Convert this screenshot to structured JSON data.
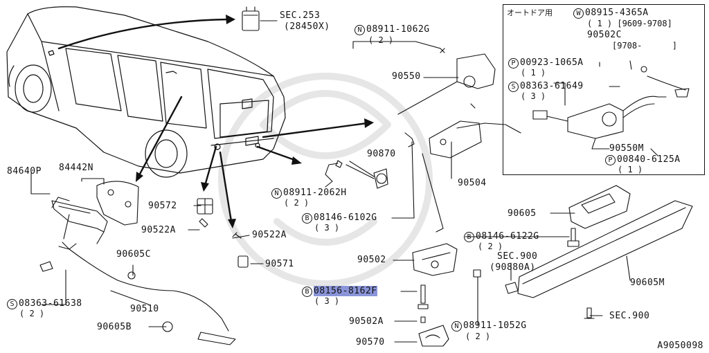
{
  "diagram": {
    "inset_title": "オートドア用",
    "code": "A9050098",
    "highlight_color": "#8a95d8"
  },
  "labels": {
    "sec253": "SEC.253",
    "sec253_sub": "(28450X)",
    "n08911_1062g": "08911-1062G",
    "n08911_1062g_qty": "( 2 )",
    "p90550": "90550",
    "p90870": "90870",
    "n08911_2062h": "08911-2062H",
    "n08911_2062h_qty": "( 2 )",
    "b08146_6102g": "08146-6102G",
    "b08146_6102g_qty": "( 3 )",
    "p90504": "90504",
    "p84640p": "84640P",
    "p84442n": "84442N",
    "p90572": "90572",
    "p90522a_1": "90522A",
    "p90522a_2": "90522A",
    "p90571": "90571",
    "p90605c": "90605C",
    "s08363_61638": "08363-61638",
    "s08363_61638_qty": "( 2 )",
    "p90510": "90510",
    "p90605b": "90605B",
    "p90502": "90502",
    "b08156_8162f": "08156-8162F",
    "b08156_8162f_qty": "( 3 )",
    "p90502a": "90502A",
    "p90570": "90570",
    "p90605": "90605",
    "b08146_6122g": "08146-6122G",
    "b08146_6122g_qty": "( 2 )",
    "sec900_a": "SEC.900",
    "sec900_a_sub": "(90880A)",
    "p90605m": "90605M",
    "sec900_b": "SEC.900",
    "n08911_1052g": "08911-1052G",
    "n08911_1052g_qty": "( 2 )",
    "w08915_4365a": "08915-4365A",
    "w08915_4365a_qty": "( 1 ) [9609-9708]",
    "p90502c": "90502C",
    "p90502c_range": "[9708-      ]",
    "p00923_1065a": "00923-1065A",
    "p00923_1065a_qty": "( 1 )",
    "s08363_61649": "08363-61649",
    "s08363_61649_qty": "( 3 )",
    "p90550m": "90550M",
    "p00840_6125a": "00840-6125A",
    "p00840_6125a_qty": "( 1 )"
  },
  "prefixes": {
    "n": "N",
    "b": "B",
    "s": "S",
    "w": "W",
    "p": "P"
  }
}
